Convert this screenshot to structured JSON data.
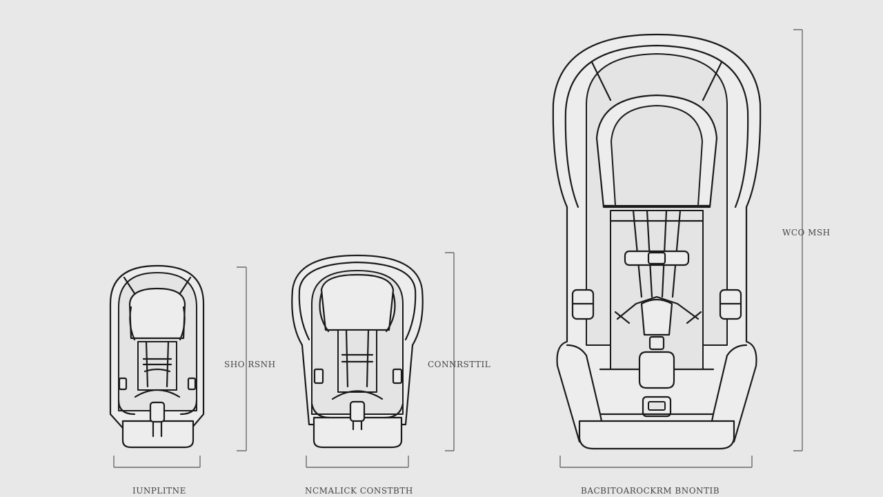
{
  "background_color": "#e8e8e8",
  "line_color": "#1a1a1a",
  "dimension_color": "#6a6a6a",
  "seats": [
    {
      "name": "infant",
      "height_label": "SHO RSNH",
      "width_label": "IUNPLITNE"
    },
    {
      "name": "convertible",
      "height_label": "CONNRSTTIL",
      "width_label": "NCMALICK CONSTBTH"
    },
    {
      "name": "booster",
      "height_label": "WCO MSH",
      "width_label": "BACBITOAROCKRM BNONTIB"
    }
  ]
}
